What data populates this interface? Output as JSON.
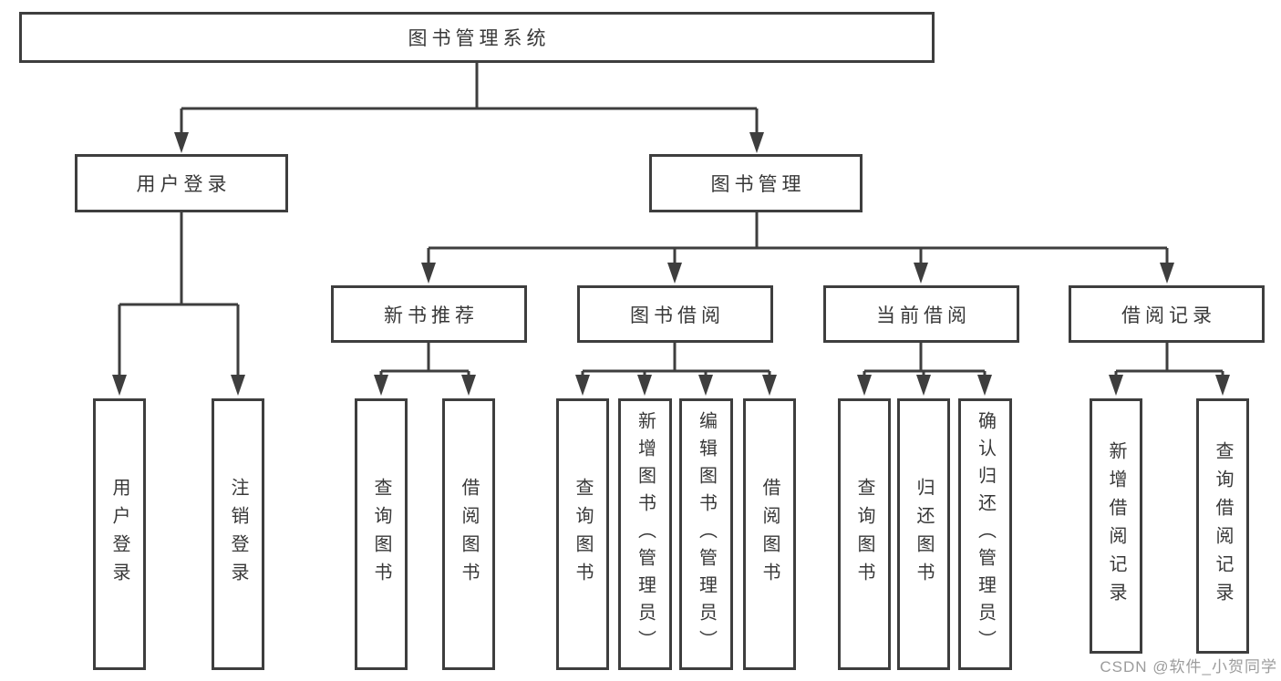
{
  "tree": {
    "root": {
      "label": "图书管理系统"
    },
    "branches": [
      {
        "label": "用户登录",
        "children": [
          {
            "label": "用户登录"
          },
          {
            "label": "注销登录"
          }
        ]
      },
      {
        "label": "图书管理",
        "children": [
          {
            "label": "新书推荐",
            "children": [
              {
                "label": "查询图书"
              },
              {
                "label": "借阅图书"
              }
            ]
          },
          {
            "label": "图书借阅",
            "children": [
              {
                "label": "查询图书"
              },
              {
                "label": "新增图书（管理员）"
              },
              {
                "label": "编辑图书（管理员）"
              },
              {
                "label": "借阅图书"
              }
            ]
          },
          {
            "label": "当前借阅",
            "children": [
              {
                "label": "查询图书"
              },
              {
                "label": "归还图书"
              },
              {
                "label": "确认归还（管理员）"
              }
            ]
          },
          {
            "label": "借阅记录",
            "children": [
              {
                "label": "新增借阅记录"
              },
              {
                "label": "查询借阅记录"
              }
            ]
          }
        ]
      }
    ]
  },
  "watermark": "CSDN @软件_小贺同学",
  "colors": {
    "line": "#3e3e3e",
    "text": "#383838",
    "background": "#ffffff",
    "watermark": "#9c9c9c"
  }
}
